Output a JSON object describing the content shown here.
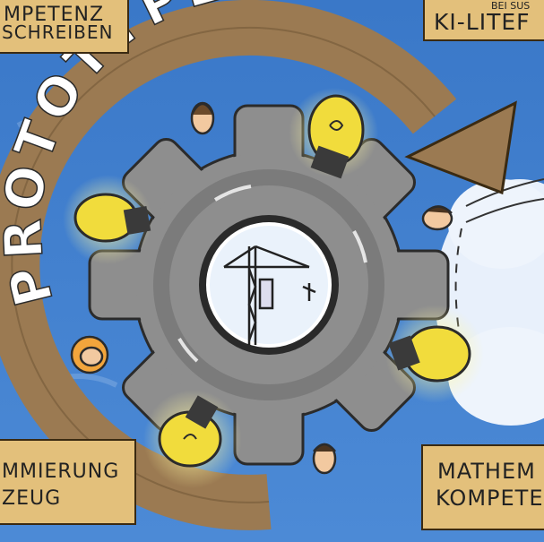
{
  "arc_title": "PROTOTYPEN",
  "boxes": {
    "top_left": {
      "line1": "MPETENZ",
      "line2": "SCHREIBEN"
    },
    "top_right": {
      "small": "BEI SUS",
      "line1": "KI-LITEF"
    },
    "bottom_left": {
      "line1": "MMIERUNG",
      "line2": "ZEUG"
    },
    "bottom_right": {
      "line1": "MATHEM",
      "line2": "KOMPETE"
    }
  },
  "colors": {
    "sky": "#3f7fcf",
    "sky_dark": "#2e67b8",
    "arrow_brown": "#9b7a52",
    "gear_grey": "#8e8e8e",
    "bulb_yellow": "#f1dc3c",
    "box_tan": "#e3c07b"
  },
  "icons": [
    "gear-icon",
    "lightbulb-icon",
    "crane-icon",
    "person-face-icon",
    "cycle-arrow-icon",
    "cloud-icon"
  ]
}
